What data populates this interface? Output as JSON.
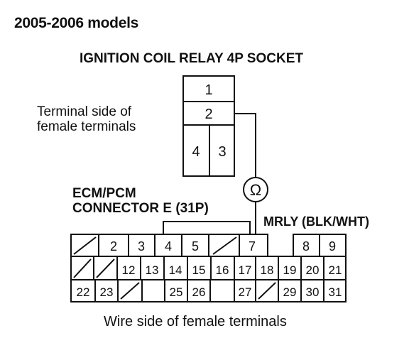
{
  "title": "2005-2006 models",
  "relay": {
    "title": "IGNITION COIL RELAY 4P SOCKET",
    "terminals": [
      "1",
      "2",
      "4",
      "3"
    ],
    "terminal_label_1": "Terminal side of",
    "terminal_label_2": "female terminals"
  },
  "meter": {
    "symbol": "Ω"
  },
  "ecm": {
    "label_1": "ECM/PCM",
    "label_2": "CONNECTOR E (31P)",
    "row1": [
      "",
      "2",
      "3",
      "4",
      "5",
      "",
      "7",
      "8",
      "9"
    ],
    "row2": [
      "",
      "",
      "12",
      "13",
      "14",
      "15",
      "16",
      "17",
      "18",
      "19",
      "20",
      "21"
    ],
    "row3": [
      "22",
      "23",
      "",
      "25",
      "26",
      "27",
      "",
      "29",
      "30",
      "31"
    ]
  },
  "wire": {
    "label": "MRLY (BLK/WHT)"
  },
  "footer": "Wire side of female terminals"
}
